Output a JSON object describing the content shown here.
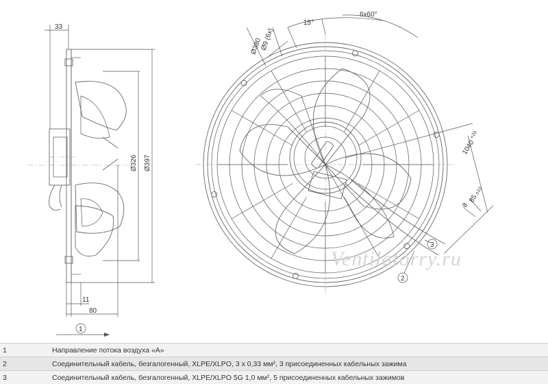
{
  "dimensions": {
    "side_offset": "33",
    "shaft_dia": "Ø326",
    "outer_dia": "Ø397",
    "depth_front": "11",
    "depth_total": "80",
    "bolt_circle": "Ø380",
    "holes": "Ø9 (6x)",
    "angle_offset": "15°",
    "angle_step": "6x60°",
    "cable_length": "1040",
    "cable_length_tol": "+20",
    "strip_length": "85",
    "strip_length_tol": "±10",
    "end_length": "8"
  },
  "callouts": {
    "c1": "1",
    "c2": "2",
    "c3": "3"
  },
  "watermark": "Ventilatorry.ru",
  "legend": [
    {
      "num": "1",
      "text": "Направление потока воздуха «A»"
    },
    {
      "num": "2",
      "text": "Соединительный кабель, безгалогенный, XLPE/XLPO, 3 x 0,33 мм², 3 присоединенных кабельных зажима"
    },
    {
      "num": "3",
      "text": "Соединительный кабель, безгалогенный, XLPE/XLPO 5G 1,0 мм², 5 присоединенных кабельных зажимов"
    }
  ]
}
